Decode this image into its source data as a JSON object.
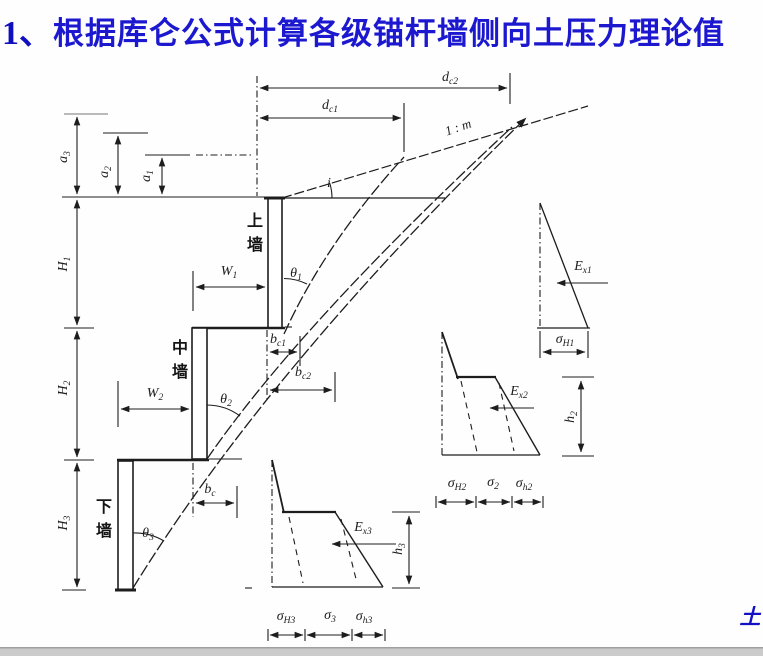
{
  "title": {
    "number": "1、",
    "text": "根据库仑公式计算各级锚杆墙侧向土压力理论值"
  },
  "footer": {
    "char": "土"
  },
  "colors": {
    "title_blue": "#1c18cf",
    "ink": "#1d1d1d",
    "footer_bar": "#cbcbcb"
  },
  "diagram": {
    "walls": {
      "upper": "上墙",
      "middle": "中墙",
      "lower": "下墙"
    },
    "slope": {
      "ratio": "1 : m",
      "angle": {
        "t": "i"
      }
    },
    "dimensions": {
      "dc2": {
        "b": "d",
        "s": "c2"
      },
      "dc1": {
        "b": "d",
        "s": "c1"
      },
      "a3": {
        "b": "a",
        "s": "3"
      },
      "a2": {
        "b": "a",
        "s": "2"
      },
      "a1": {
        "b": "a",
        "s": "1"
      },
      "H1": {
        "b": "H",
        "s": "1"
      },
      "H2": {
        "b": "H",
        "s": "2"
      },
      "H3": {
        "b": "H",
        "s": "3"
      },
      "W1": {
        "b": "W",
        "s": "1"
      },
      "W2": {
        "b": "W",
        "s": "2"
      },
      "bc1": {
        "b": "b",
        "s": "c1"
      },
      "bc2": {
        "b": "b",
        "s": "c2"
      },
      "bc": {
        "b": "b",
        "s": "c"
      },
      "h2": {
        "b": "h",
        "s": "2"
      },
      "h3": {
        "b": "h",
        "s": "3"
      }
    },
    "angles": {
      "t1": {
        "b": "θ",
        "s": "1"
      },
      "t2": {
        "b": "θ",
        "s": "2"
      },
      "t3": {
        "b": "θ",
        "s": "3"
      }
    },
    "forces": {
      "Ex1": {
        "b": "E",
        "s": "x1"
      },
      "Ex2": {
        "b": "E",
        "s": "x2"
      },
      "Ex3": {
        "b": "E",
        "s": "x3"
      }
    },
    "stresses": {
      "sH1": {
        "b": "σ",
        "s": "H1"
      },
      "sH2": {
        "b": "σ",
        "s": "H2"
      },
      "s2": {
        "b": "σ",
        "s": "2"
      },
      "sh2": {
        "b": "σ",
        "s": "h2"
      },
      "sH3": {
        "b": "σ",
        "s": "H3"
      },
      "s3": {
        "b": "σ",
        "s": "3"
      },
      "sh3": {
        "b": "σ",
        "s": "h3"
      }
    }
  }
}
